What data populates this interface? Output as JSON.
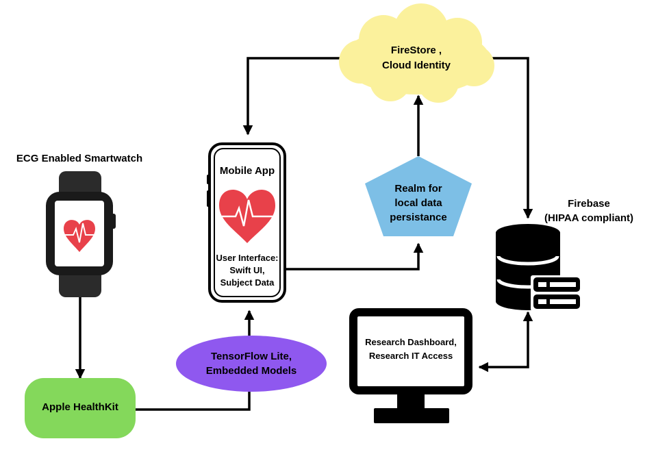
{
  "colors": {
    "cloud": "#fbf19c",
    "pentagon": "#7dbfe6",
    "healthkit": "#84d85b",
    "tensorflow": "#8f58ef",
    "heart": "#e8414a",
    "ink": "#000000"
  },
  "nodes": {
    "smartwatch": {
      "title": "ECG Enabled Smartwatch",
      "icon": "smartwatch-heart-icon"
    },
    "healthkit": {
      "label": "Apple HealthKit"
    },
    "tensorflow": {
      "line1": "TensorFlow Lite,",
      "line2": "Embedded Models"
    },
    "mobile_app": {
      "title": "Mobile App",
      "icon": "heart-ecg-icon",
      "line1": "User Interface:",
      "line2": "Swift UI,",
      "line3": "Subject Data"
    },
    "realm": {
      "line1": "Realm for",
      "line2": "local data",
      "line3": "persistance"
    },
    "firestore": {
      "line1": "FireStore ,",
      "line2": "Cloud Identity"
    },
    "firebase": {
      "line1": "Firebase",
      "line2": "(HIPAA compliant)",
      "icon": "database-server-icon"
    },
    "dashboard": {
      "line1": "Research Dashboard,",
      "line2": "Research IT Access",
      "icon": "monitor-icon"
    }
  },
  "edges": [
    {
      "from": "smartwatch",
      "to": "healthkit"
    },
    {
      "from": "healthkit",
      "to": "mobile_app",
      "via": "tensorflow"
    },
    {
      "from": "mobile_app",
      "to": "realm"
    },
    {
      "from": "realm",
      "to": "firestore"
    },
    {
      "from": "firestore",
      "to": "mobile_app"
    },
    {
      "from": "firestore",
      "to": "firebase"
    },
    {
      "from": "firebase",
      "to": "dashboard",
      "bidirectional": true
    }
  ]
}
